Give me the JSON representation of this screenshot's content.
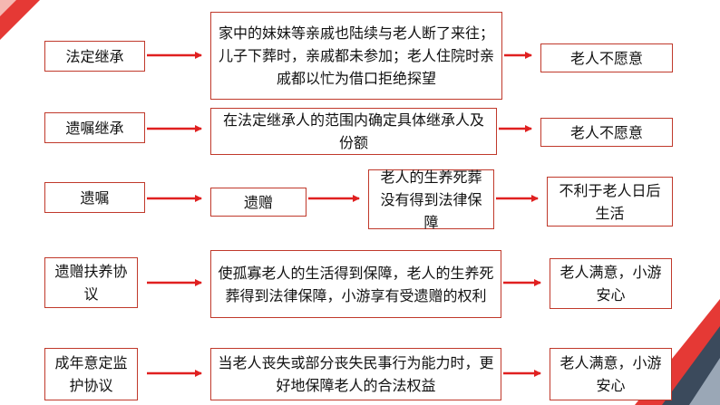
{
  "rows": [
    {
      "category": "法定继承",
      "middle": "家中的妹妹等亲戚也陆续与老人断了来往；儿子下葬时，亲戚都未参加；老人住院时亲戚都以忙为借口拒绝探望",
      "result": "老人不愿意"
    },
    {
      "category": "遗嘱继承",
      "middle": "在法定继承人的范围内确定具体继承人及份额",
      "result": "老人不愿意"
    },
    {
      "category": "遗嘱",
      "middle": "遗赠",
      "extra": "老人的生养死葬没有得到法律保障",
      "result": "不利于老人日后生活"
    },
    {
      "category": "遗赠扶养协议",
      "middle": "使孤寡老人的生活得到保障，老人的生养死葬得到法律保障，小游享有受遗赠的权利",
      "result": "老人满意，小游安心"
    },
    {
      "category": "成年意定监护协议",
      "middle": "当老人丧失或部分丧失民事行为能力时，更好地保障老人的合法权益",
      "result": "老人满意，小游安心"
    }
  ],
  "colors": {
    "accent": "#c0392b",
    "arrow": "#e02020",
    "deco_red": "#e53935",
    "deco_dark": "#3b4a5c"
  }
}
